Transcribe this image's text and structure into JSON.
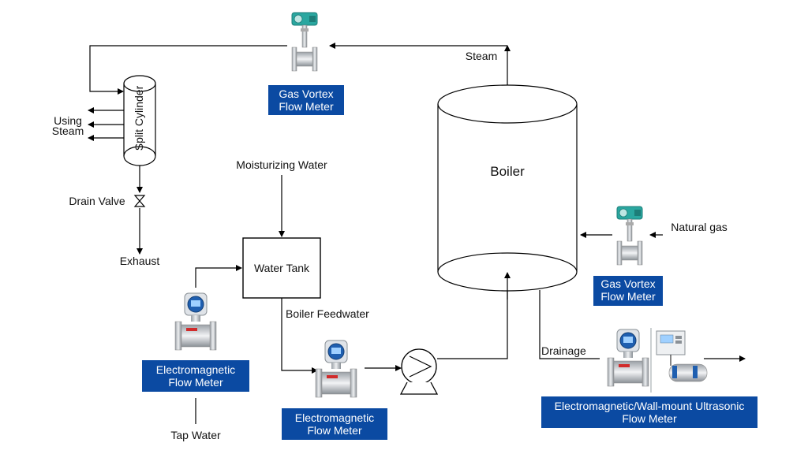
{
  "colors": {
    "badge": "#0b4aa2",
    "line": "#000000",
    "meter_body": "#c9ccd0",
    "meter_head_teal": "#2aa7a0",
    "meter_head_blue": "#1f5fb0"
  },
  "labels": {
    "steam": "Steam",
    "split_cylinder": "Split Cylinder",
    "using_steam_1": "Using",
    "using_steam_2": "Steam",
    "drain_valve": "Drain Valve",
    "exhaust": "Exhaust",
    "moisturizing_water": "Moisturizing Water",
    "water_tank": "Water Tank",
    "boiler_feedwater": "Boiler Feedwater",
    "tap_water": "Tap Water",
    "boiler": "Boiler",
    "natural_gas": "Natural gas",
    "drainage": "Drainage"
  },
  "badges": {
    "gas_vortex_top": [
      "Gas Vortex",
      "Flow Meter"
    ],
    "gas_vortex_right": [
      "Gas Vortex",
      "Flow Meter"
    ],
    "em_left": [
      "Electromagnetic",
      "Flow Meter"
    ],
    "em_center": [
      "Electromagnetic",
      "Flow Meter"
    ],
    "em_ultrasonic": [
      "Electromagnetic/Wall-mount Ultrasonic",
      "Flow Meter"
    ]
  },
  "icons": {
    "vortex_meter": "vortex-flow-meter-icon",
    "em_meter": "electromagnetic-flow-meter-icon",
    "pump": "pump-icon",
    "valve": "drain-valve-icon",
    "ultrasonic": "ultrasonic-flow-meter-icon"
  }
}
